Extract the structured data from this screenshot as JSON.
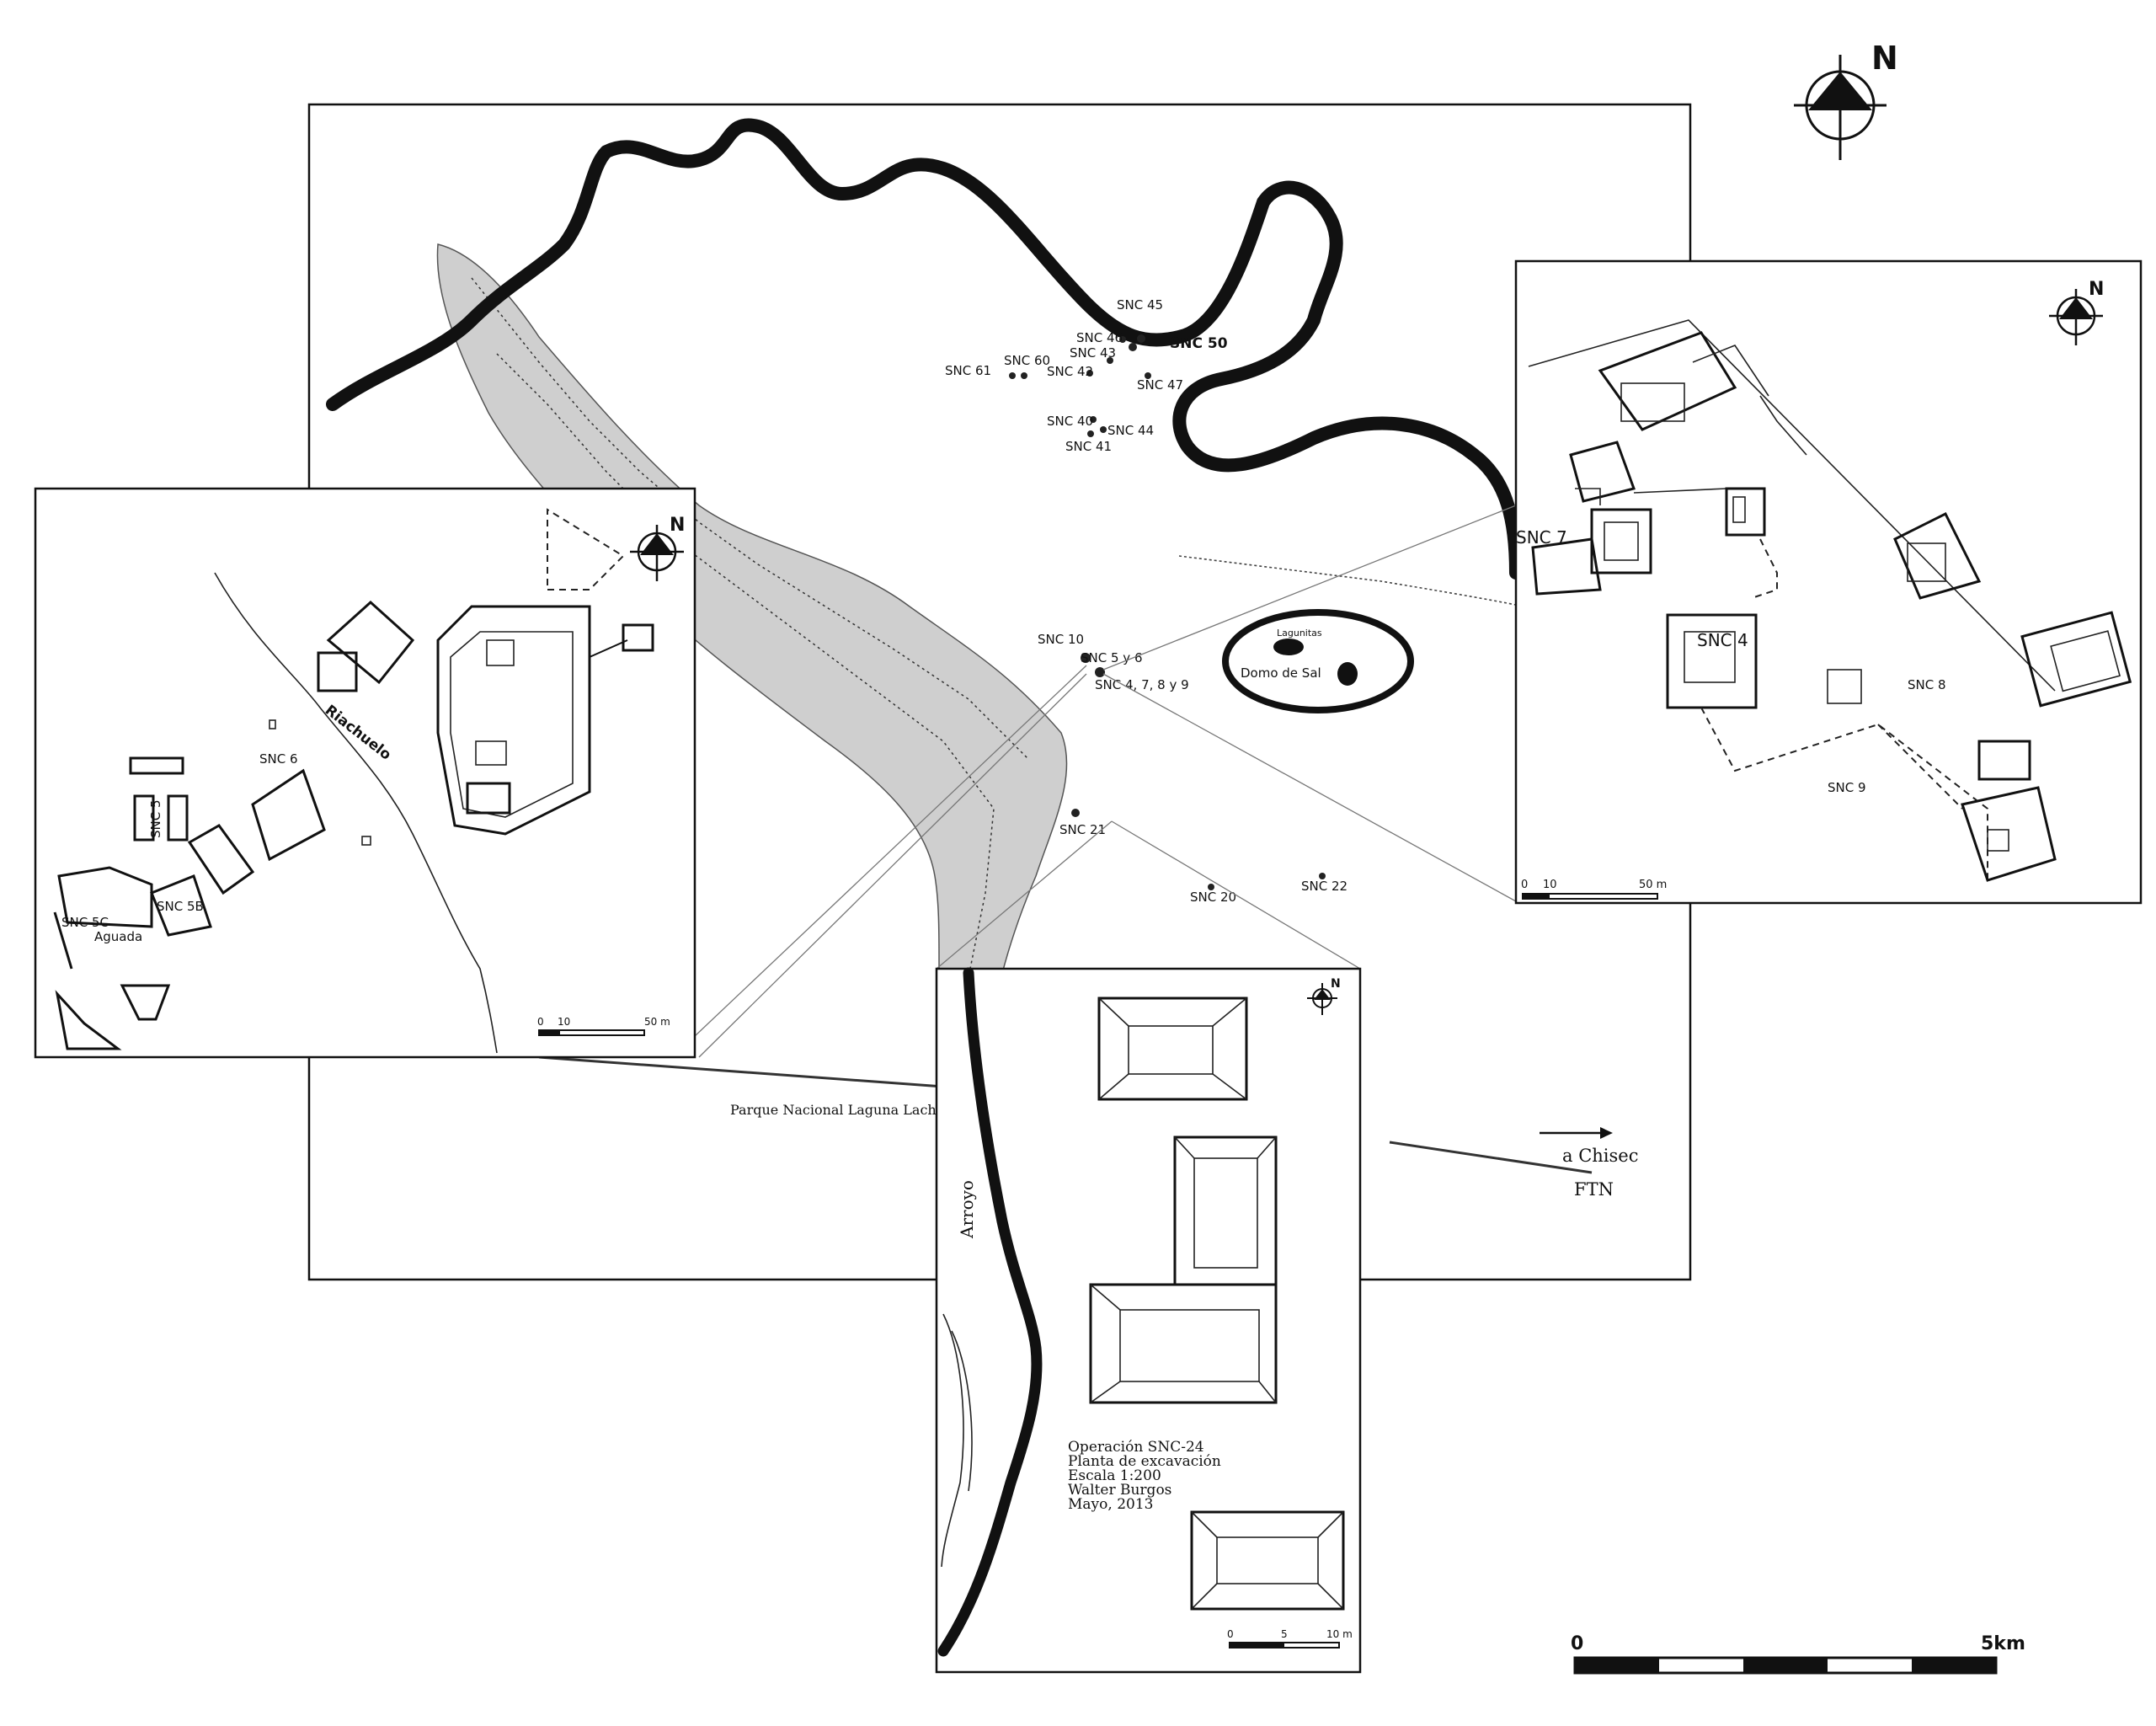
{
  "compass": {
    "north": "N"
  },
  "main_map": {
    "site_labels": [
      {
        "id": "snc45",
        "text": "SNC 45"
      },
      {
        "id": "snc46",
        "text": "SNC 46"
      },
      {
        "id": "snc50",
        "text": "SNC 50"
      },
      {
        "id": "snc43",
        "text": "SNC 43"
      },
      {
        "id": "snc60",
        "text": "SNC 60"
      },
      {
        "id": "snc61",
        "text": "SNC 61"
      },
      {
        "id": "snc42",
        "text": "SNC 42"
      },
      {
        "id": "snc47",
        "text": "SNC 47"
      },
      {
        "id": "snc40",
        "text": "SNC 40"
      },
      {
        "id": "snc44",
        "text": "SNC 44"
      },
      {
        "id": "snc41",
        "text": "SNC 41"
      },
      {
        "id": "snc10",
        "text": "SNC 10"
      },
      {
        "id": "snc5y6",
        "text": "SNC 5 y 6"
      },
      {
        "id": "snc4789",
        "text": "SNC 4, 7, 8 y 9"
      },
      {
        "id": "snc21",
        "text": "SNC 21"
      },
      {
        "id": "snc20",
        "text": "SNC 20"
      },
      {
        "id": "snc22",
        "text": "SNC 22"
      }
    ],
    "lagunitas": "Lagunitas",
    "domo": "Domo de Sal",
    "park": "Parque Nacional Laguna Lachuá",
    "to_chisec": "a Chisec",
    "ftn": "FTN",
    "scale": {
      "zero": "0",
      "end": "5km"
    }
  },
  "inset_left": {
    "riachuelo": "Riachuelo",
    "snc6": "SNC 6",
    "snc5": "SNC 5",
    "snc5b": "SNC 5B",
    "snc5c": "SNC 5C",
    "aguada": "Aguada",
    "scale": {
      "zero": "0",
      "ten": "10",
      "end": "50 m"
    }
  },
  "inset_right": {
    "snc7": "SNC 7",
    "snc4": "SNC 4",
    "snc8": "SNC 8",
    "snc9": "SNC 9",
    "scale": {
      "zero": "0",
      "ten": "10",
      "end": "50 m"
    }
  },
  "inset_bottom": {
    "arroyo": "Arroyo",
    "caption": [
      "Operación SNC-24",
      "Planta de excavación",
      "Escala 1:200",
      "Walter Burgos",
      "Mayo, 2013"
    ],
    "scale": {
      "zero": "0",
      "mid": "5",
      "end": "10 m"
    }
  }
}
